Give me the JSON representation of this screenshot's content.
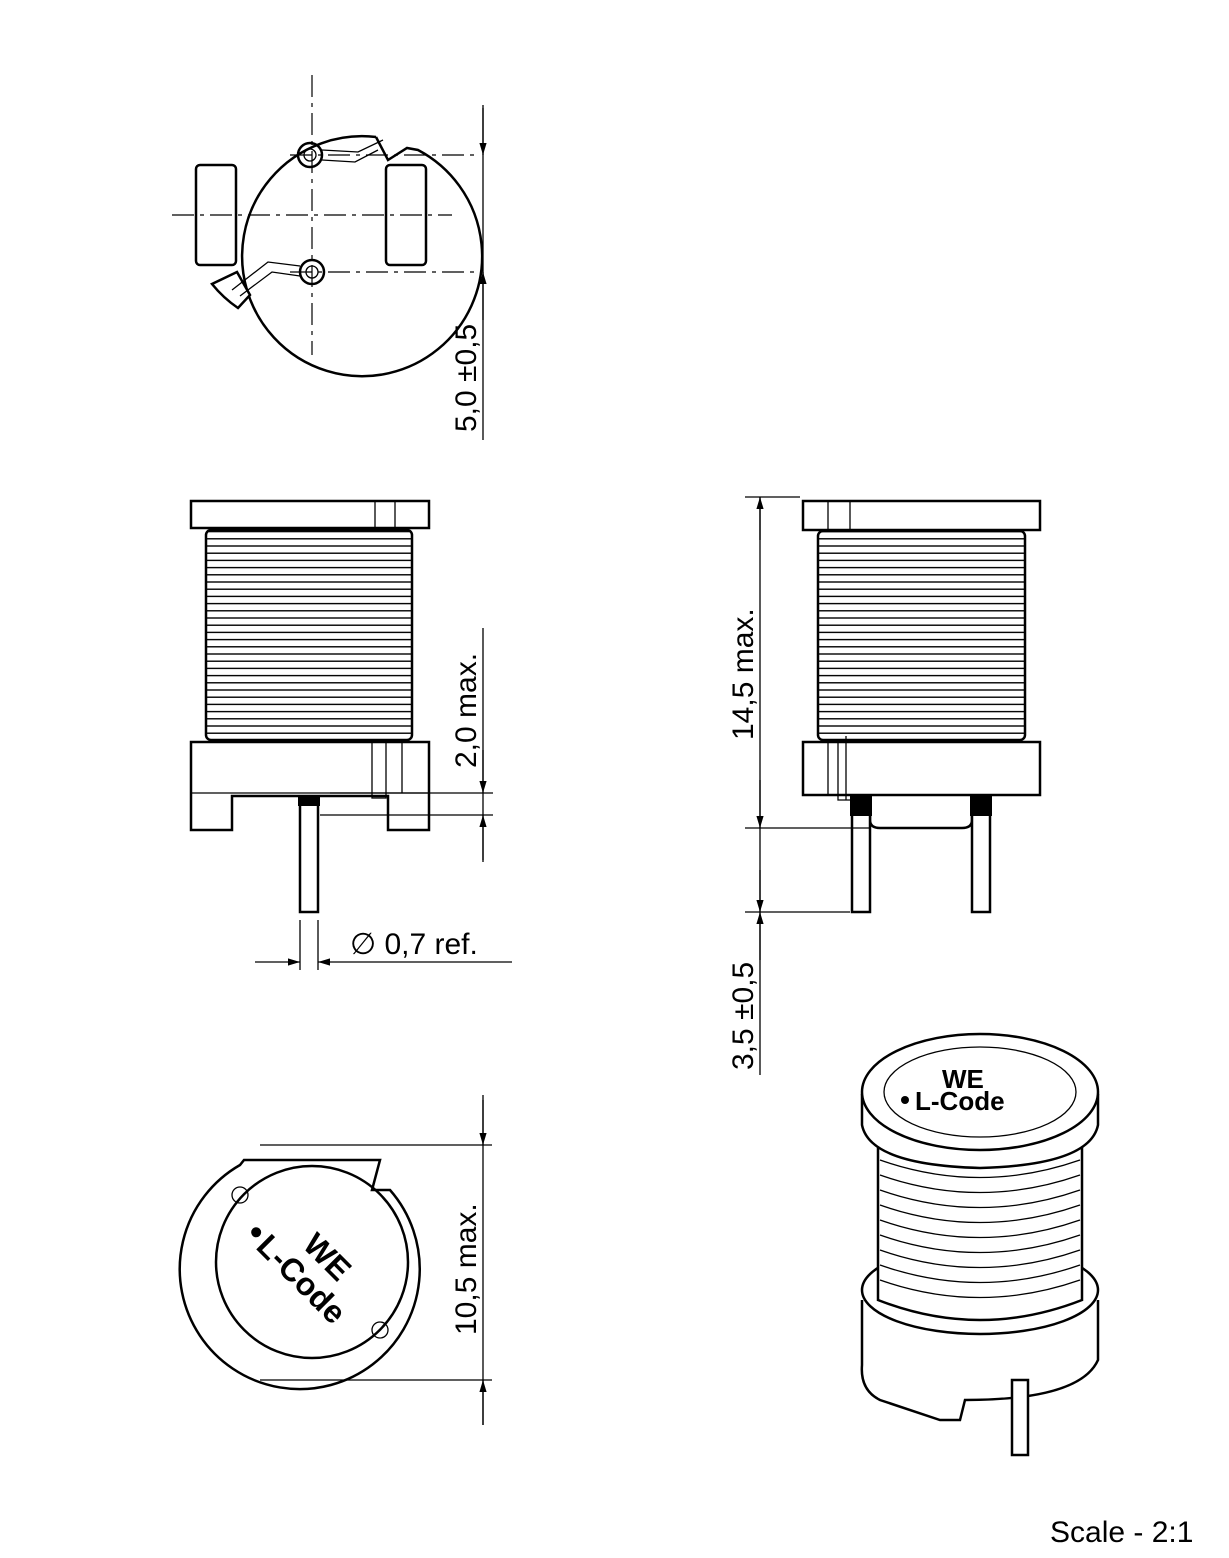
{
  "dimensions": {
    "pin_pitch": "5,0  ±0,5",
    "lead_offset": "2,0  max.",
    "lead_diameter": "∅  0,7  ref.",
    "height": "14,5  max.",
    "lead_length": "3,5  ±0,5",
    "diameter": "10,5  max."
  },
  "marking": {
    "line1": "WE",
    "line2": "L-Code"
  },
  "scale": "Scale - 2:1"
}
